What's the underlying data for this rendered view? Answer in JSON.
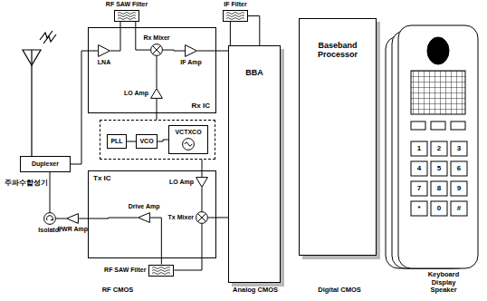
{
  "diagram": {
    "nodes": [
      {
        "text": [
          "Rx IC"
        ]
      },
      {
        "text": [
          "LNA"
        ],
        "in": 0
      },
      {
        "text": [
          "Rx Mixer"
        ],
        "in": 0
      },
      {
        "text": [
          "IF Amp"
        ],
        "in": 0
      },
      {
        "text": [
          "LO Amp"
        ],
        "in": 0
      },
      {
        "text": [
          "RF SAW Filter"
        ]
      },
      {
        "text": [
          "IF Filter"
        ]
      },
      {
        "text": [
          "주파수합성기"
        ]
      },
      {
        "text": [
          "PLL"
        ],
        "in": 7
      },
      {
        "text": [
          "VCO"
        ],
        "in": 7
      },
      {
        "text": [
          "VCTXCO"
        ],
        "in": 7
      },
      {
        "text": [
          "Tx IC"
        ]
      },
      {
        "text": [
          "LO Amp"
        ],
        "in": 11
      },
      {
        "text": [
          "Tx Mixer"
        ],
        "in": 11
      },
      {
        "text": [
          "Drive Amp"
        ],
        "in": 11
      },
      {
        "text": [
          "PWR Amp"
        ]
      },
      {
        "text": [
          "Isolator"
        ]
      },
      {
        "text": [
          "RF SAW Filter"
        ]
      },
      {
        "text": [
          "Duplexer"
        ]
      },
      {
        "text": [
          "BBA"
        ]
      },
      {
        "text": [
          "Baseband Processor"
        ]
      }
    ],
    "edges": [
      {
        "from": 18,
        "to": 1,
        "arrow": "none"
      },
      {
        "from": 1,
        "to": 5,
        "arrow": "none"
      },
      {
        "from": 5,
        "to": 2,
        "arrow": "none"
      },
      {
        "from": 2,
        "to": 3,
        "arrow": "none"
      },
      {
        "from": 3,
        "to": 6,
        "arrow": "none"
      },
      {
        "from": 6,
        "to": 19,
        "arrow": "none"
      },
      {
        "from": 4,
        "to": 2,
        "arrow": "none"
      },
      {
        "from": 8,
        "to": 9,
        "arrow": "none"
      },
      {
        "from": 9,
        "to": 10,
        "arrow": "none"
      },
      {
        "from": 7,
        "to": 4,
        "arrow": "none"
      },
      {
        "from": 7,
        "to": 12,
        "arrow": "none"
      },
      {
        "from": 12,
        "to": 13,
        "arrow": "none"
      },
      {
        "from": 19,
        "to": 13,
        "arrow": "none"
      },
      {
        "from": 13,
        "to": 17,
        "arrow": "none"
      },
      {
        "from": 17,
        "to": 14,
        "arrow": "none"
      },
      {
        "from": 14,
        "to": 15,
        "arrow": "none"
      },
      {
        "from": 15,
        "to": 16,
        "arrow": "none"
      },
      {
        "from": 16,
        "to": 18,
        "arrow": "none"
      }
    ],
    "labels": [
      "1",
      "2",
      "3",
      "4",
      "5",
      "6",
      "7",
      "8",
      "9",
      "*",
      "0",
      "#",
      "RF CMOS",
      "Analog CMOS",
      "Digital CMOS",
      "Keyboard Display Speaker"
    ]
  }
}
